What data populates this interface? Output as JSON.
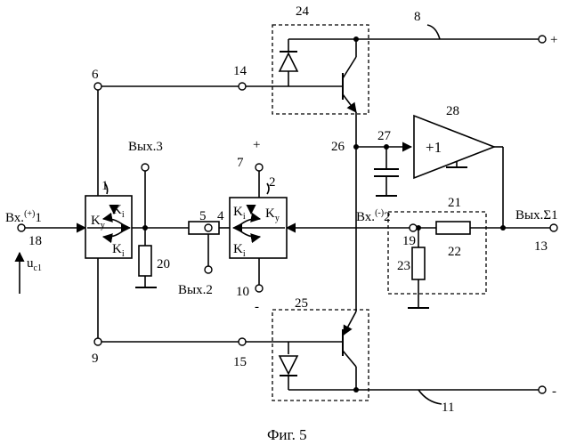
{
  "caption": "Фиг. 5",
  "labels": {
    "n1": "1",
    "n2": "2",
    "n4": "4",
    "n5": "5",
    "n6": "6",
    "n7": "7",
    "n8": "8",
    "n9": "9",
    "n10": "10",
    "n11": "11",
    "n13": "13",
    "n14": "14",
    "n15": "15",
    "n18": "18",
    "n19": "19",
    "n20": "20",
    "n21": "21",
    "n22": "22",
    "n23": "23",
    "n24": "24",
    "n25": "25",
    "n26": "26",
    "n27": "27",
    "n28": "28",
    "in_pos_pre": "Вх.",
    "in_pos_sup": "(+)",
    "in_pos_post": "1",
    "in_neg_pre": "Вх.",
    "in_neg_sup": "(-)",
    "in_neg_post": "2",
    "out3": "Вых.3",
    "out2": "Вых.2",
    "out_sum": "Вых.Σ1",
    "u_main": "u",
    "u_sub": "c1",
    "plus": "+",
    "minus": "-",
    "amp_gain": "+1"
  },
  "blocks": {
    "b1": {
      "ky": "K",
      "ky_sub": "y",
      "ki": "K",
      "ki_sub": "i"
    },
    "b2": {
      "ky": "K",
      "ky_sub": "y",
      "ki": "K",
      "ki_sub": "i"
    }
  }
}
